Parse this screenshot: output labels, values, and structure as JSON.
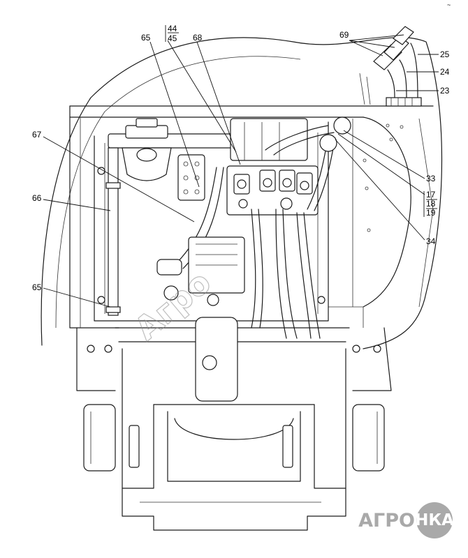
{
  "callouts": {
    "c69": "69",
    "c25": "25",
    "c24": "24",
    "c23": "23",
    "c65a": "65",
    "c44": "44",
    "c45": "45",
    "c68": "68",
    "c67": "67",
    "c66": "66",
    "c65b": "65",
    "c33": "33",
    "c17": "17",
    "c18": "18",
    "c19": "19",
    "c34": "34"
  },
  "watermark": "Агро",
  "logo": {
    "prefix": "АГРО",
    "badge": "НКА"
  },
  "colors": {
    "line": "#1a1a1a",
    "watermark": "#8a8a8a",
    "logo": "#a9a9a9"
  }
}
